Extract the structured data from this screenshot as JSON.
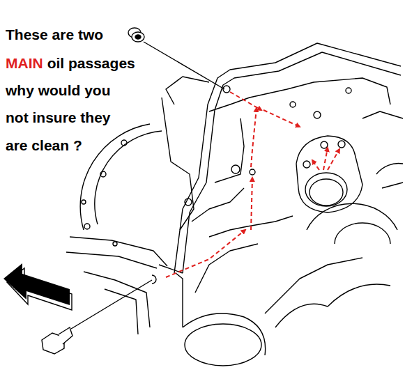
{
  "diagram": {
    "labels": [
      "These are two",
      "MAIN",
      "oil passages",
      "why would you",
      "not insure they",
      "are clean ?"
    ]
  }
}
